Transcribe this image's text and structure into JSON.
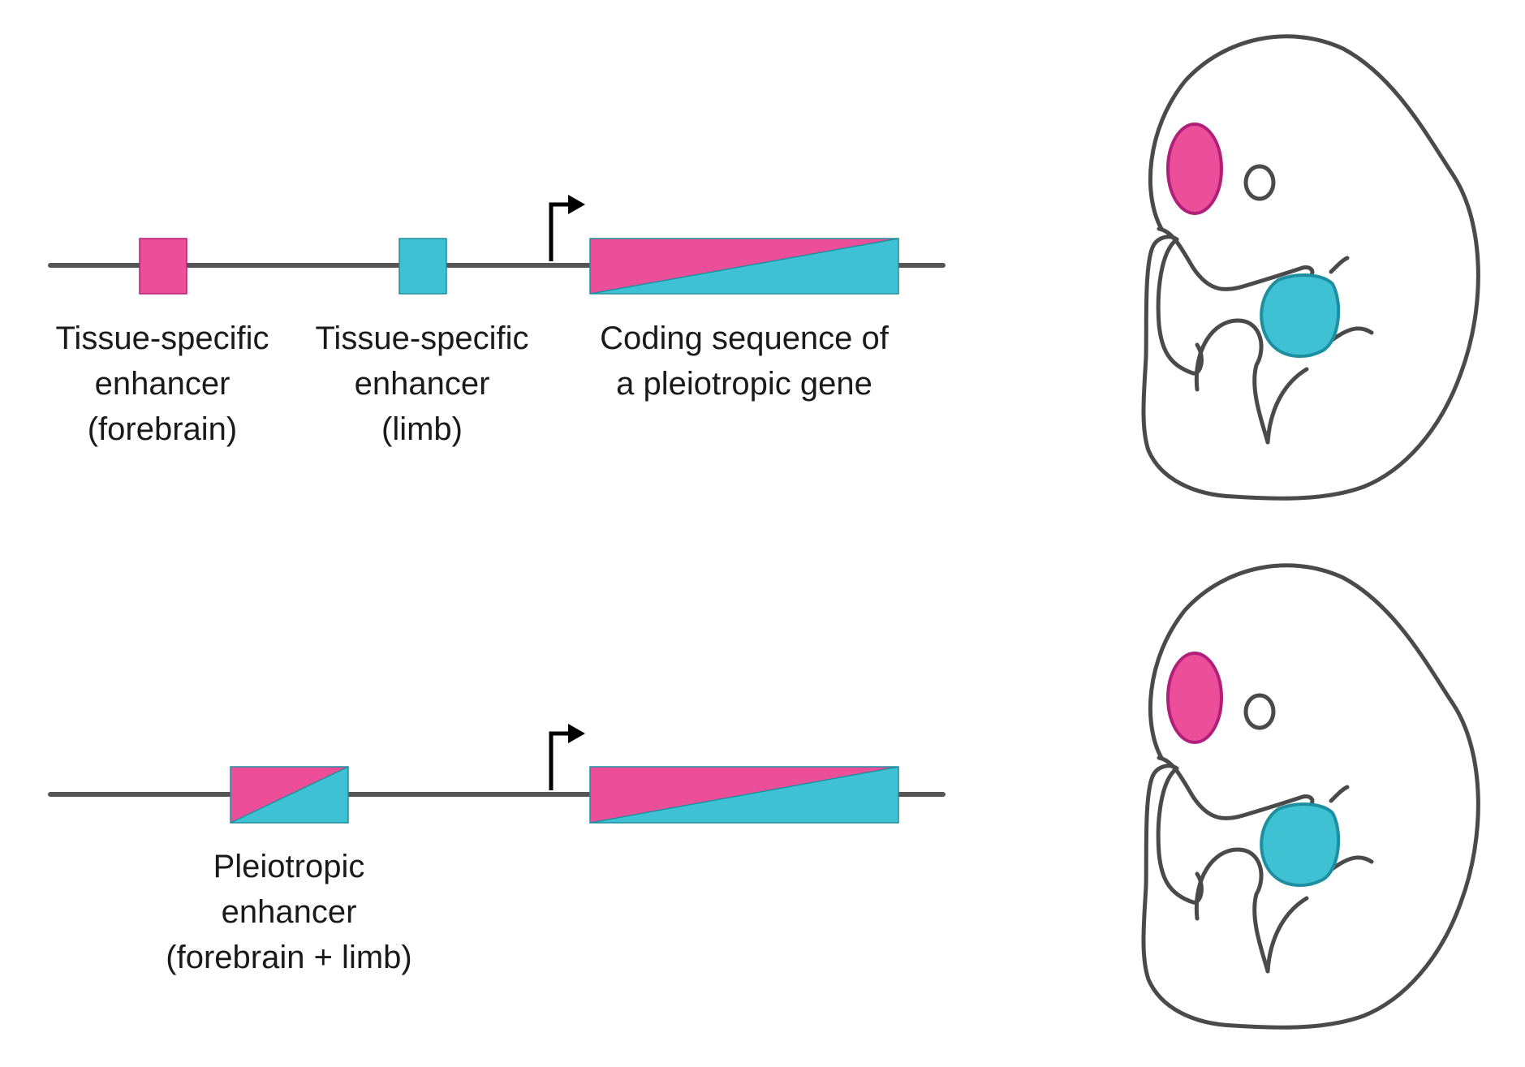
{
  "colors": {
    "forebrain": "#EC4E99",
    "limb": "#3EC1D3",
    "line": "#555555",
    "outline": "#4a4a4a",
    "forebrain_stroke": "#B0207A",
    "limb_stroke": "#1E8FA0"
  },
  "top_panel": {
    "enhancer_forebrain": {
      "line1": "Tissue-specific",
      "line2": "enhancer",
      "line3": "(forebrain)"
    },
    "enhancer_limb": {
      "line1": "Tissue-specific",
      "line2": "enhancer",
      "line3": "(limb)"
    },
    "coding": {
      "line1": "Coding sequence of",
      "line2": "a pleiotropic gene"
    }
  },
  "bottom_panel": {
    "enhancer_pleiotropic": {
      "line1": "Pleiotropic",
      "line2": "enhancer",
      "line3": "(forebrain + limb)"
    }
  },
  "icons": {
    "promoter": "promoter-arrow-icon",
    "embryo": "embryo-icon"
  }
}
